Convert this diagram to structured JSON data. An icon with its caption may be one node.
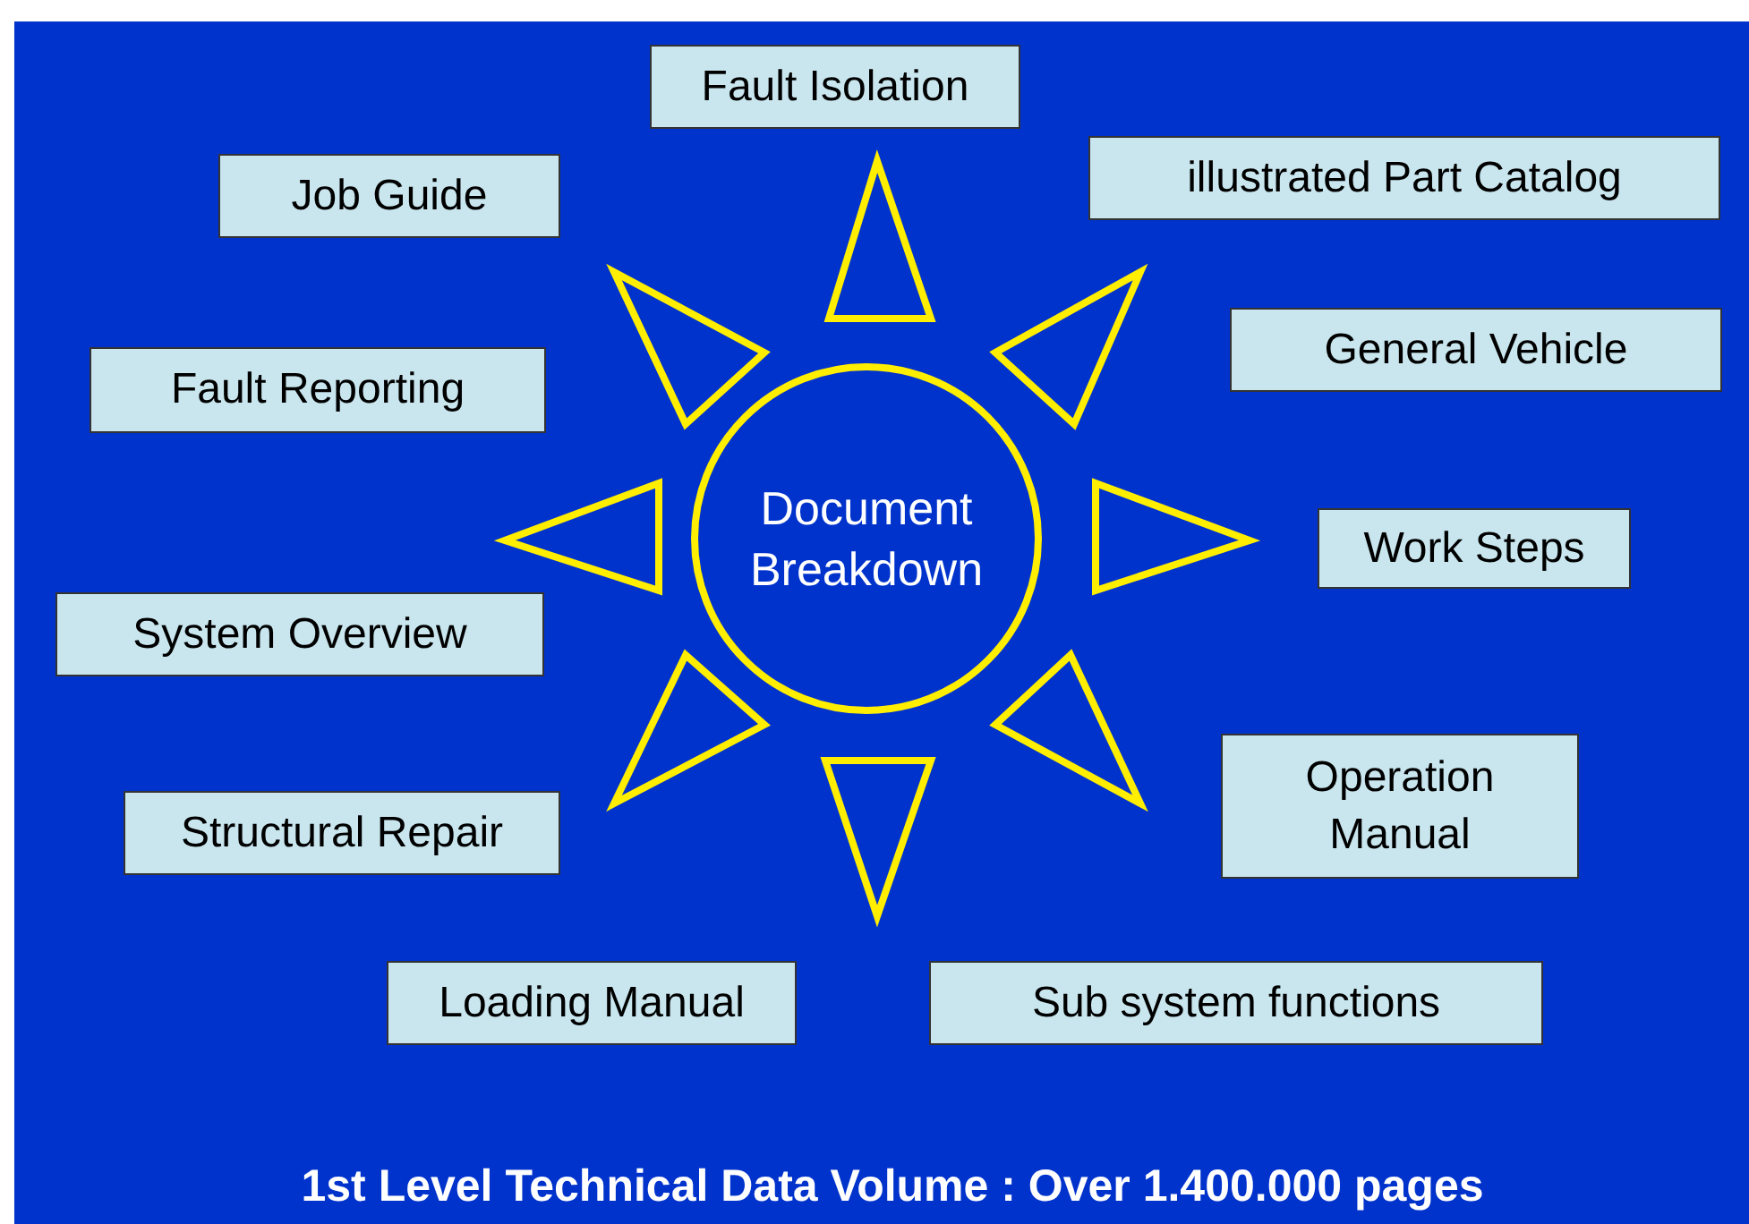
{
  "diagram": {
    "caption": "1st Level Technical Data Volume : Over 1.400.000 pages",
    "nodes": [
      {
        "text": [
          "Fault Isolation"
        ]
      },
      {
        "text": [
          "illustrated Part Catalog"
        ]
      },
      {
        "text": [
          "Job Guide"
        ]
      },
      {
        "text": [
          "General Vehicle"
        ]
      },
      {
        "text": [
          "Fault Reporting"
        ]
      },
      {
        "text": [
          "Document Breakdown"
        ]
      },
      {
        "text": [
          "Work Steps"
        ]
      },
      {
        "text": [
          "System Overview"
        ]
      },
      {
        "text": [
          "Operation Manual"
        ]
      },
      {
        "text": [
          "Structural Repair"
        ]
      },
      {
        "text": [
          "Loading Manual"
        ]
      },
      {
        "text": [
          "Sub system functions"
        ]
      }
    ]
  }
}
